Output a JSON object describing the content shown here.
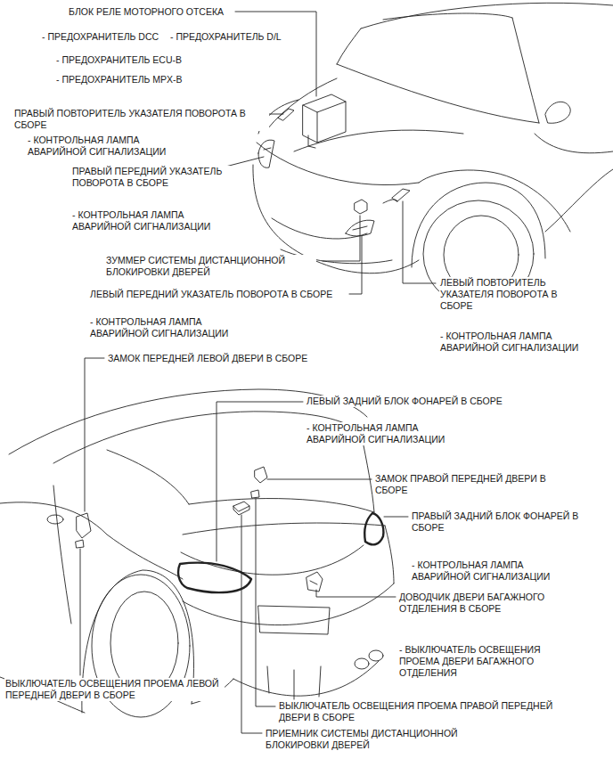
{
  "diagram": {
    "labels": [
      "БЛОК РЕЛЕ МОТОРНОГО ОТСЕКА",
      "- ПРЕДОХРАНИТЕЛЬ DCC",
      "- ПРЕДОХРАНИТЕЛЬ D/L",
      "- ПРЕДОХРАНИТЕЛЬ ECU-B",
      "- ПРЕДОХРАНИТЕЛЬ MPX-B",
      "ПРАВЫЙ ПОВТОРИТЕЛЬ УКАЗАТЕЛЯ ПОВОРОТА В СБОРЕ",
      "- КОНТРОЛЬНАЯ ЛАМПА АВАРИЙНОЙ СИГНАЛИЗАЦИИ",
      "ПРАВЫЙ ПЕРЕДНИЙ УКАЗАТЕЛЬ ПОВОРОТА В СБОРЕ",
      "- КОНТРОЛЬНАЯ ЛАМПА АВАРИЙНОЙ СИГНАЛИЗАЦИИ",
      "ЗУММЕР СИСТЕМЫ ДИСТАНЦИОННОЙ БЛОКИРОВКИ ДВЕРЕЙ",
      "ЛЕВЫЙ ПЕРЕДНИЙ УКАЗАТЕЛЬ ПОВОРОТА В СБОРЕ",
      "ЛЕВЫЙ ПОВТОРИТЕЛЬ УКАЗАТЕЛЯ ПОВОРОТА В СБОРЕ",
      "- КОНТРОЛЬНАЯ ЛАМПА АВАРИЙНОЙ СИГНАЛИЗАЦИИ",
      "- КОНТРОЛЬНАЯ ЛАМПА АВАРИЙНОЙ СИГНАЛИЗАЦИИ",
      "ЗАМОК ПЕРЕДНЕЙ ЛЕВОЙ ДВЕРИ В СБОРЕ",
      "ЛЕВЫЙ ЗАДНИЙ БЛОК ФОНАРЕЙ В СБОРЕ",
      "- КОНТРОЛЬНАЯ ЛАМПА АВАРИЙНОЙ СИГНАЛИЗАЦИИ",
      "ЗАМОК ПРАВОЙ ПЕРЕДНЕЙ ДВЕРИ В СБОРЕ",
      "ПРАВЫЙ ЗАДНИЙ БЛОК ФОНАРЕЙ В СБОРЕ",
      "- КОНТРОЛЬНАЯ ЛАМПА АВАРИЙНОЙ СИГНАЛИЗАЦИИ",
      "ДОВОДЧИК ДВЕРИ БАГАЖНОГО ОТДЕЛЕНИЯ В СБОРЕ",
      "- ВЫКЛЮЧАТЕЛЬ ОСВЕЩЕНИЯ ПРОЕМА ДВЕРИ БАГАЖНОГО ОТДЕЛЕНИЯ",
      "ВЫКЛЮЧАТЕЛЬ ОСВЕЩЕНИЯ ПРОЕМА ЛЕВОЙ ПЕРЕДНЕЙ ДВЕРИ В СБОРЕ",
      "ВЫКЛЮЧАТЕЛЬ ОСВЕЩЕНИЯ ПРОЕМА ПРАВОЙ ПЕРЕДНЕЙ ДВЕРИ В СБОРЕ",
      "ПРИЕМНИК СИСТЕМЫ ДИСТАНЦИОННОЙ БЛОКИРОВКИ ДВЕРЕЙ"
    ]
  }
}
